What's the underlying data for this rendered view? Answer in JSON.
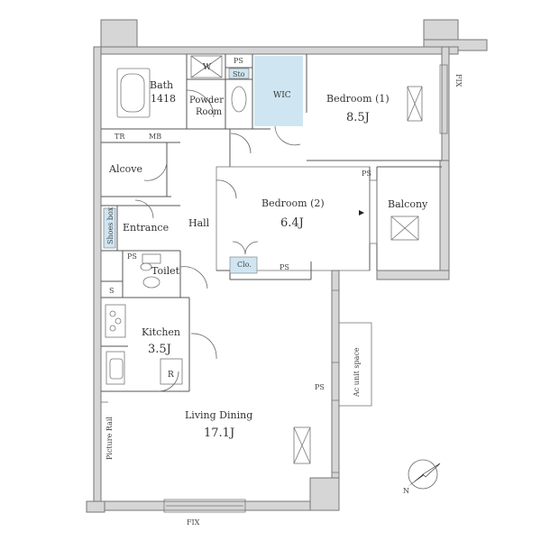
{
  "plan": {
    "rooms": {
      "bath_name": "Bath",
      "bath_size": "1418",
      "powder": "Powder",
      "powder2": "Room",
      "w": "W",
      "ps1": "PS",
      "sto": "Sto",
      "wic": "WIC",
      "bedroom1": "Bedroom (1)",
      "bedroom1_size": "8.5J",
      "tr": "TR",
      "mb": "MB",
      "alcove": "Alcove",
      "bedroom2": "Bedroom (2)",
      "bedroom2_size": "6.4J",
      "ps2": "PS",
      "balcony": "Balcony",
      "shoes_box": "Shoes box",
      "entrance": "Entrance",
      "hall": "Hall",
      "clo": "Clo.",
      "ps3": "PS",
      "ps4": "PS",
      "toilet": "Toilet",
      "s": "S",
      "kitchen": "Kitchen",
      "kitchen_size": "3.5J",
      "r": "R",
      "ac_unit": "Ac unit space",
      "ps5": "PS",
      "living": "Living Dining",
      "living_size": "17.1J",
      "picture_rail": "Picture Rail",
      "fix_right": "FIX",
      "fix_bottom": "FIX",
      "north": "N"
    }
  }
}
